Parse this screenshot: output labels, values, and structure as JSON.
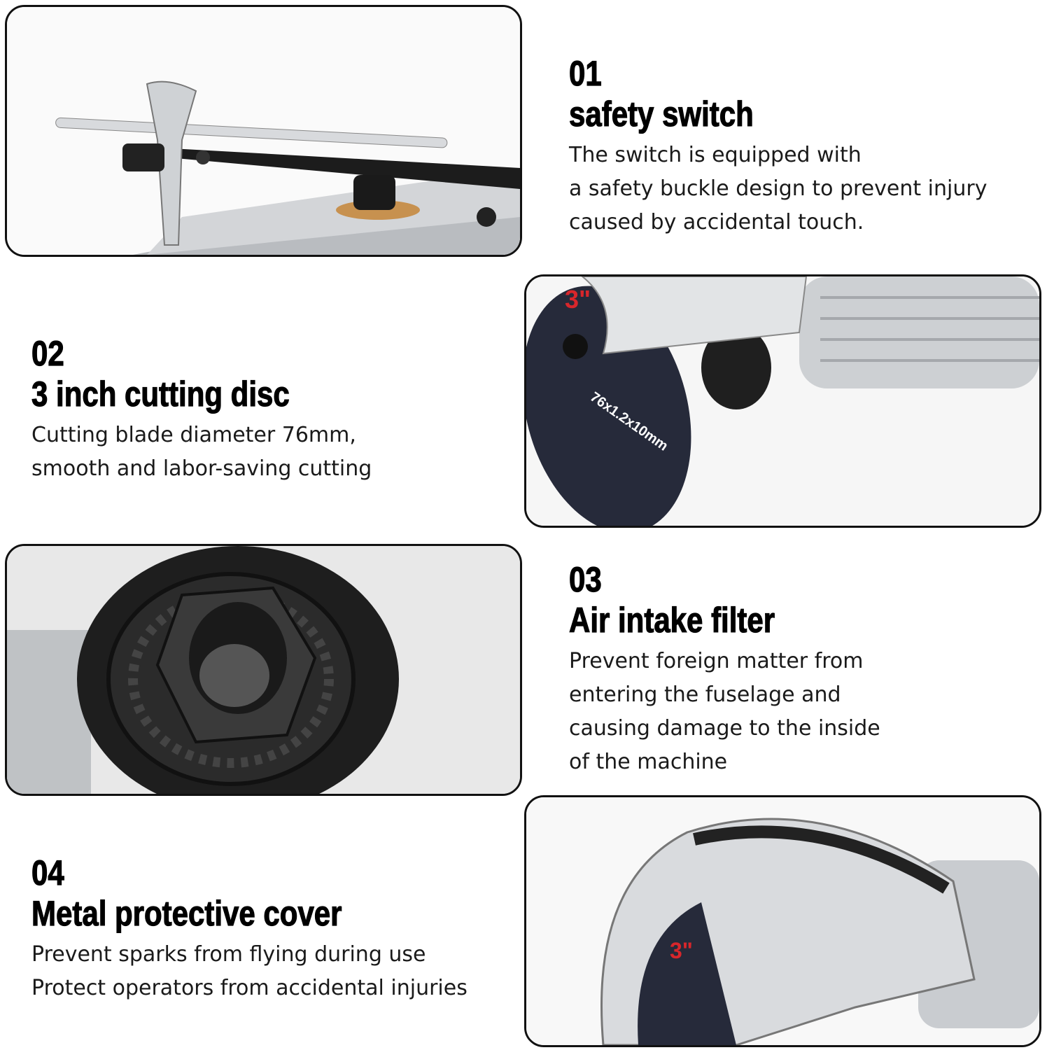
{
  "features": [
    {
      "number": "01",
      "title": "safety switch",
      "lines": [
        "The switch is equipped with",
        "a safety buckle design to prevent injury",
        "caused by accidental touch."
      ]
    },
    {
      "number": "02",
      "title": "3 inch cutting disc",
      "lines": [
        "Cutting blade diameter 76mm,",
        "smooth and labor-saving cutting"
      ]
    },
    {
      "number": "03",
      "title": "Air intake filter",
      "lines": [
        "Prevent foreign matter from",
        "entering the fuselage and",
        "causing damage to the inside",
        "of the machine"
      ]
    },
    {
      "number": "04",
      "title": "Metal protective cover",
      "lines": [
        "Prevent sparks from flying during use",
        "Protect operators from accidental injuries"
      ]
    }
  ],
  "disc_labels": {
    "size": "3\"",
    "spec": "76x1.2x10mm"
  },
  "colors": {
    "disc": "#262a3a",
    "disc_text_red": "#d8262b",
    "chrome": "#c9ccd0",
    "rubber": "#2b2b2b"
  }
}
